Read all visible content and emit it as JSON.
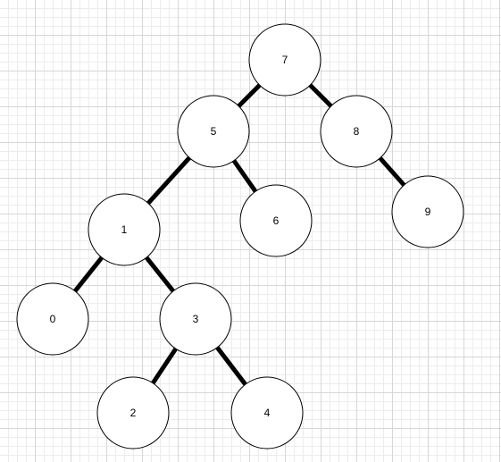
{
  "diagram": {
    "type": "binary-tree",
    "colors": {
      "node_fill": "#ffffff",
      "node_stroke": "#000000",
      "edge": "#000000",
      "grid_major": "#d7d7d7",
      "grid_minor": "#ececec"
    },
    "nodes": [
      {
        "id": "n7",
        "label": "7"
      },
      {
        "id": "n5",
        "label": "5"
      },
      {
        "id": "n8",
        "label": "8"
      },
      {
        "id": "n1",
        "label": "1"
      },
      {
        "id": "n6",
        "label": "6"
      },
      {
        "id": "n9",
        "label": "9"
      },
      {
        "id": "n0",
        "label": "0"
      },
      {
        "id": "n3",
        "label": "3"
      },
      {
        "id": "n2",
        "label": "2"
      },
      {
        "id": "n4",
        "label": "4"
      }
    ],
    "edges": [
      {
        "from": "n7",
        "to": "n5"
      },
      {
        "from": "n7",
        "to": "n8"
      },
      {
        "from": "n5",
        "to": "n1"
      },
      {
        "from": "n5",
        "to": "n6"
      },
      {
        "from": "n8",
        "to": "n9"
      },
      {
        "from": "n1",
        "to": "n0"
      },
      {
        "from": "n1",
        "to": "n3"
      },
      {
        "from": "n3",
        "to": "n2"
      },
      {
        "from": "n3",
        "to": "n4"
      }
    ]
  }
}
